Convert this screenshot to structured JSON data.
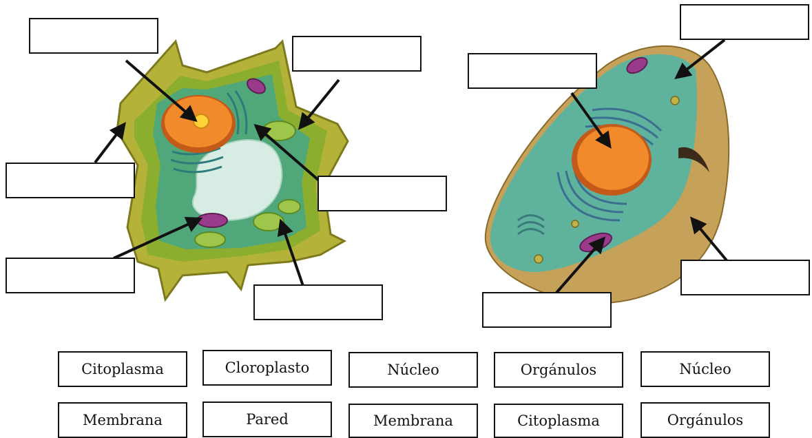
{
  "colors": {
    "plant_wall": "#b5b23a",
    "plant_wall_edge": "#7d7a1d",
    "plant_outer": "#8cae2e",
    "plant_cytoplasm": "#4fa77a",
    "vacuole": "#d7ece3",
    "nucleus": "#f08a2a",
    "nucleolus": "#ffd23a",
    "chloroplast": "#9dc64a",
    "mitochondria": "#9a3a8a",
    "animal_cytoplasm": "#5fb39d",
    "animal_membrane": "#c6a15a",
    "er": "#3b6e8f",
    "arrow": "#111111",
    "box_border": "#111111"
  },
  "diagrams": {
    "plant_cell": {
      "blank_labels": [
        "",
        "",
        "",
        "",
        "",
        ""
      ]
    },
    "animal_cell": {
      "blank_labels": [
        "",
        "",
        "",
        ""
      ]
    }
  },
  "word_bank": {
    "row1": [
      "Citoplasma",
      "Cloroplasto",
      "Núcleo",
      "Orgánulos",
      "Núcleo"
    ],
    "row2": [
      "Membrana",
      "Pared",
      "Membrana",
      "Citoplasma",
      "Orgánulos"
    ]
  }
}
